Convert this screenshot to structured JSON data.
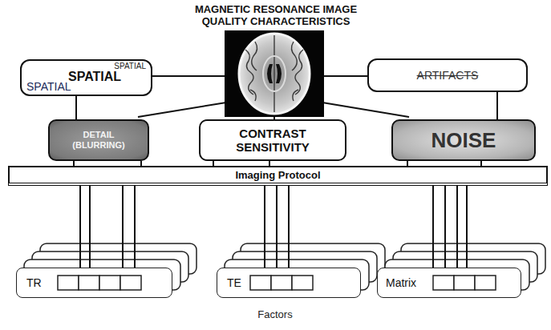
{
  "diagram": {
    "title": "MAGNETIC RESONANCE IMAGE QUALITY CHARACTERISTICS",
    "nodes": [
      {
        "text": [
          "SPATIAL",
          "SPATIAL",
          "SPATIAL"
        ]
      },
      {
        "text": [
          "ARTIFACTS"
        ]
      },
      {
        "text": [
          "DETAIL (BLURRING)"
        ]
      },
      {
        "text": [
          "CONTRAST SENSITIVITY"
        ]
      },
      {
        "text": [
          "NOISE"
        ]
      },
      {
        "text": [
          "Imaging Protocol"
        ]
      },
      {
        "text": [
          "TR"
        ]
      },
      {
        "text": [
          "TE"
        ]
      },
      {
        "text": [
          "Matrix"
        ]
      }
    ],
    "edges": [
      {
        "from": 0,
        "to": 2,
        "arrow": "none"
      },
      {
        "from": 1,
        "to": 4,
        "arrow": "none"
      },
      {
        "from": 2,
        "to": 5,
        "arrow": "none"
      },
      {
        "from": 3,
        "to": 5,
        "arrow": "none"
      },
      {
        "from": 4,
        "to": 5,
        "arrow": "none"
      },
      {
        "from": 5,
        "to": 6,
        "arrow": "none"
      },
      {
        "from": 5,
        "to": 7,
        "arrow": "none"
      },
      {
        "from": 5,
        "to": 8,
        "arrow": "none"
      }
    ],
    "labels": [
      "Factors"
    ]
  }
}
